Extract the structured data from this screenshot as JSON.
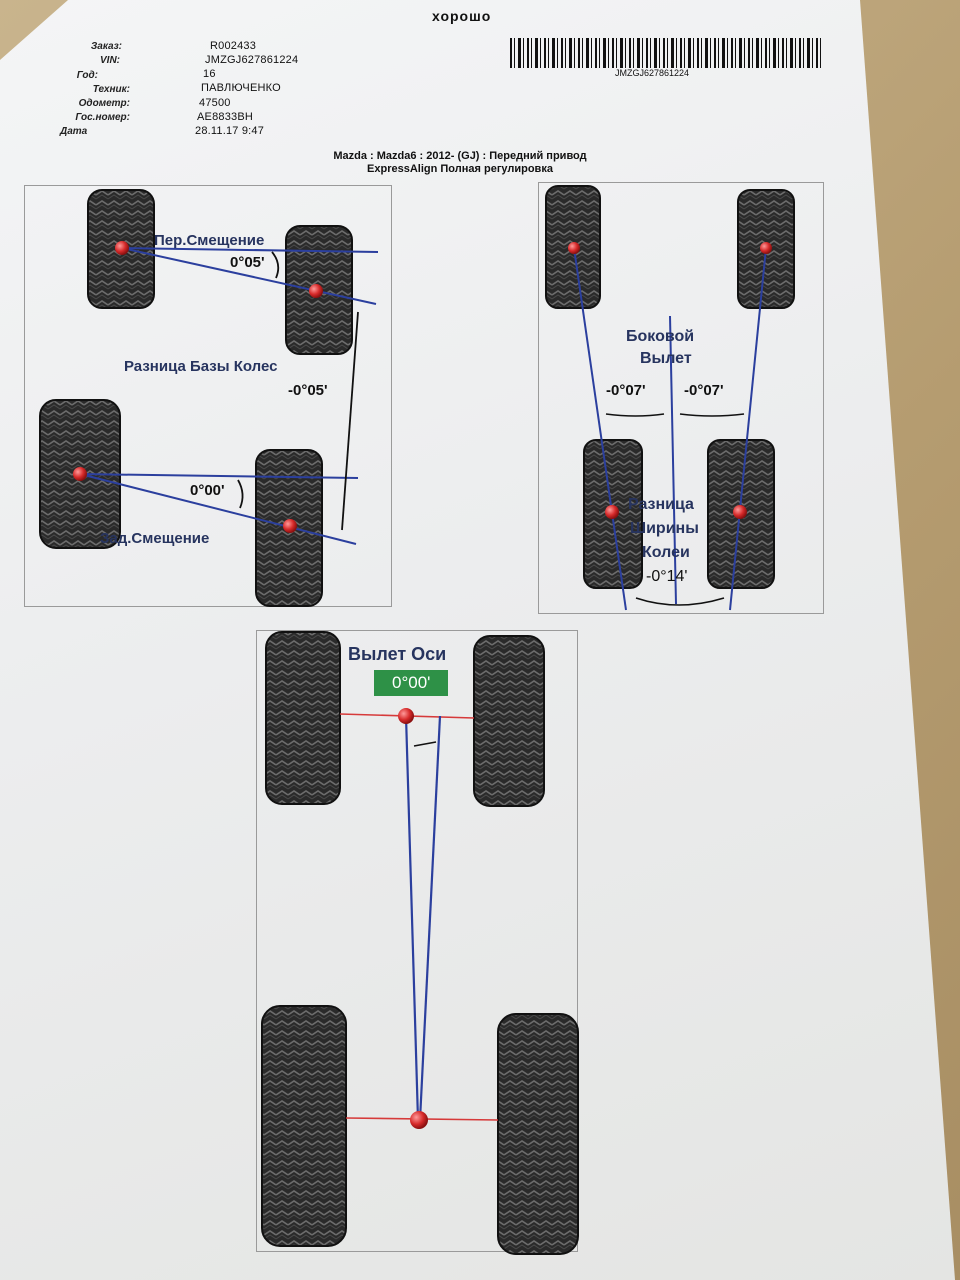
{
  "header": {
    "status": "хорошо",
    "fields": [
      {
        "label": "Заказ:",
        "value": "R002433"
      },
      {
        "label": "VIN:",
        "value": "JMZGJ627861224"
      },
      {
        "label": "Год:",
        "value": "16"
      },
      {
        "label": "Техник:",
        "value": "ПАВЛЮЧЕНКО"
      },
      {
        "label": "Одометр:",
        "value": "47500"
      },
      {
        "label": "Гос.номер:",
        "value": "AE8833BH"
      },
      {
        "label": "Дата",
        "value": "28.11.17 9:47"
      }
    ],
    "barcode_text": "JMZGJ627861224"
  },
  "vehicle": {
    "line1": "Mazda : Mazda6 : 2012-   (GJ) : Передний привод",
    "line2": "ExpressAlign Полная регулировка"
  },
  "left_panel": {
    "front_offset_label": "Пер.Смещение",
    "front_offset_value": "0°05'",
    "wheelbase_label": "Разница Базы Колес",
    "wheelbase_value": "-0°05'",
    "rear_offset_value": "0°00'",
    "rear_offset_label": "Зад.Смещение"
  },
  "right_panel": {
    "setback_label_1": "Боковой",
    "setback_label_2": "Вылет",
    "setback_left": "-0°07'",
    "setback_right": "-0°07'",
    "track_label_1": "Разница",
    "track_label_2": "Ширины",
    "track_label_3": "Колеи",
    "track_value": "-0°14'"
  },
  "bottom_panel": {
    "thrust_label": "Вылет Оси",
    "thrust_value": "0°00'"
  },
  "colors": {
    "line_blue": "#2b3f9e",
    "axle_red": "#d63a3a",
    "ok_green": "#2e9147",
    "tire": "#2a2a2a"
  }
}
